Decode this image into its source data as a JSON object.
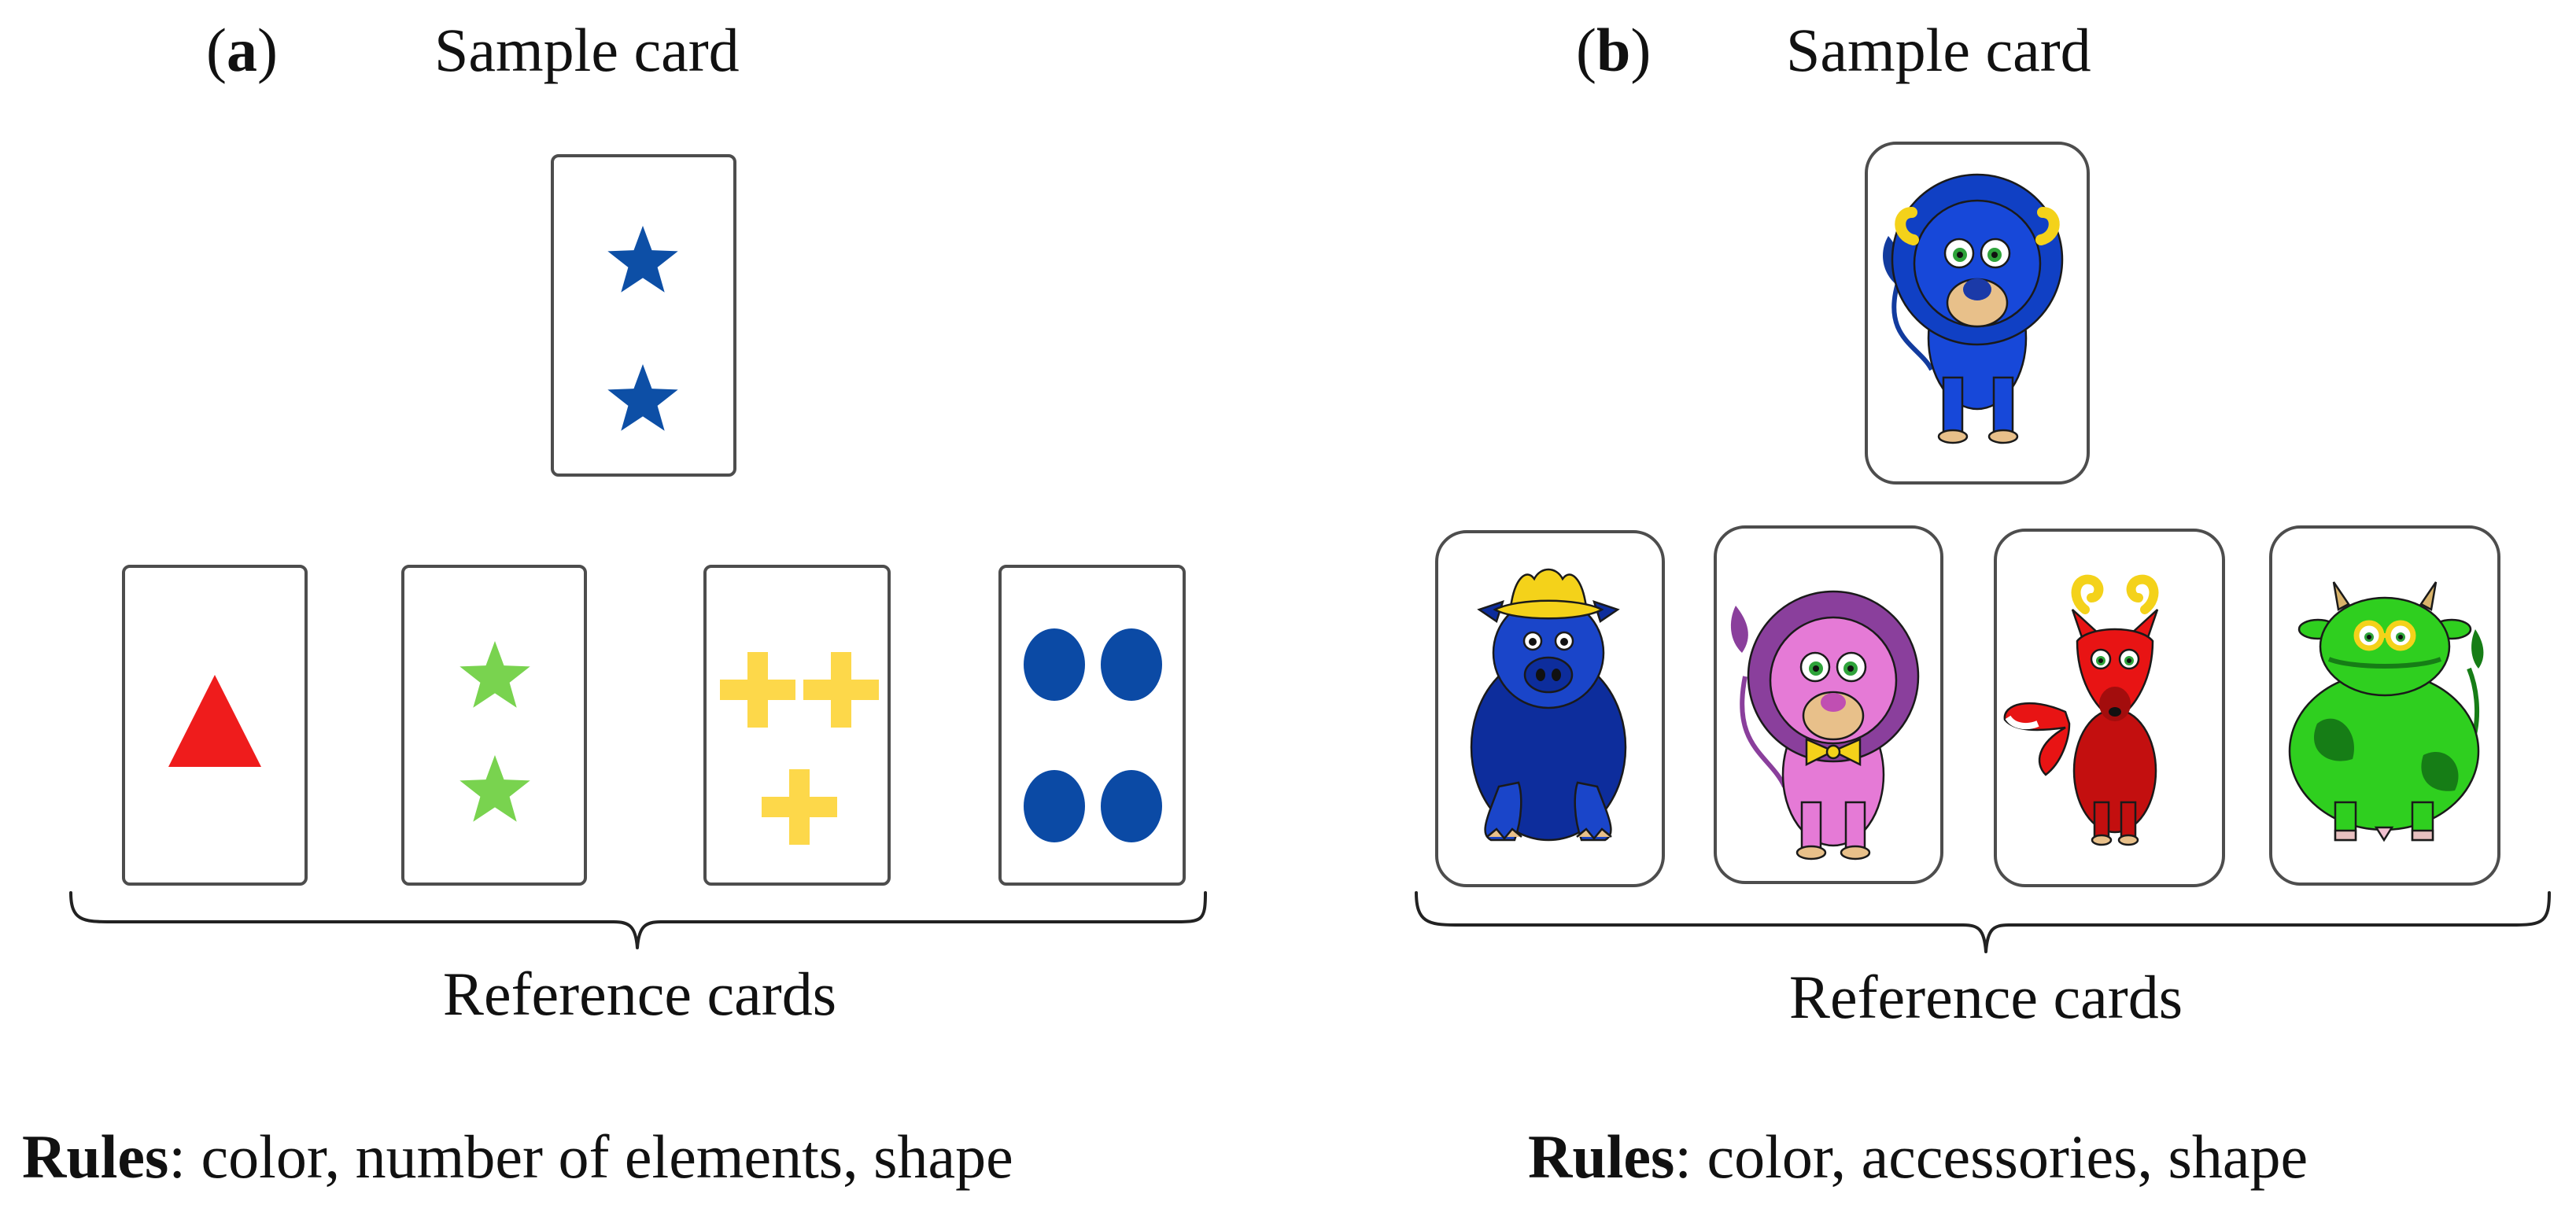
{
  "panel_a": {
    "label_open": "(",
    "label_letter": "a",
    "label_close": ")",
    "title": "Sample card",
    "reference_caption": "Reference cards",
    "rules_label": "Rules",
    "rules_text": ": color, number of elements, shape",
    "sample_card": {
      "shape": "star",
      "count": 2,
      "color": "#0d4fa6"
    },
    "reference_cards": [
      {
        "shape": "triangle",
        "count": 1,
        "color": "#ef1c1c"
      },
      {
        "shape": "star",
        "count": 2,
        "color": "#79d34f"
      },
      {
        "shape": "cross",
        "count": 3,
        "color": "#fdd84a"
      },
      {
        "shape": "circle",
        "count": 4,
        "color": "#0b4aa5"
      }
    ]
  },
  "panel_b": {
    "label_open": "(",
    "label_letter": "b",
    "label_close": ")",
    "title": "Sample card",
    "reference_caption": "Reference cards",
    "rules_label": "Rules",
    "rules_text": ": color, accessories, shape",
    "sample_card": {
      "animal": "lion",
      "accessory": "horns",
      "color": "#1748d9"
    },
    "reference_cards": [
      {
        "animal": "pig",
        "accessory": "hat",
        "color": "#1436b8"
      },
      {
        "animal": "lion",
        "accessory": "bow-tie",
        "color": "#e57ad6"
      },
      {
        "animal": "fox",
        "accessory": "horns",
        "color": "#e81414"
      },
      {
        "animal": "cow",
        "accessory": "glasses",
        "color": "#2fcf1f"
      }
    ]
  },
  "colors": {
    "accessory_yellow": "#f4d21a",
    "lion_mane_pink": "#8a3f9c",
    "lion_muzzle": "#e8c08a"
  }
}
